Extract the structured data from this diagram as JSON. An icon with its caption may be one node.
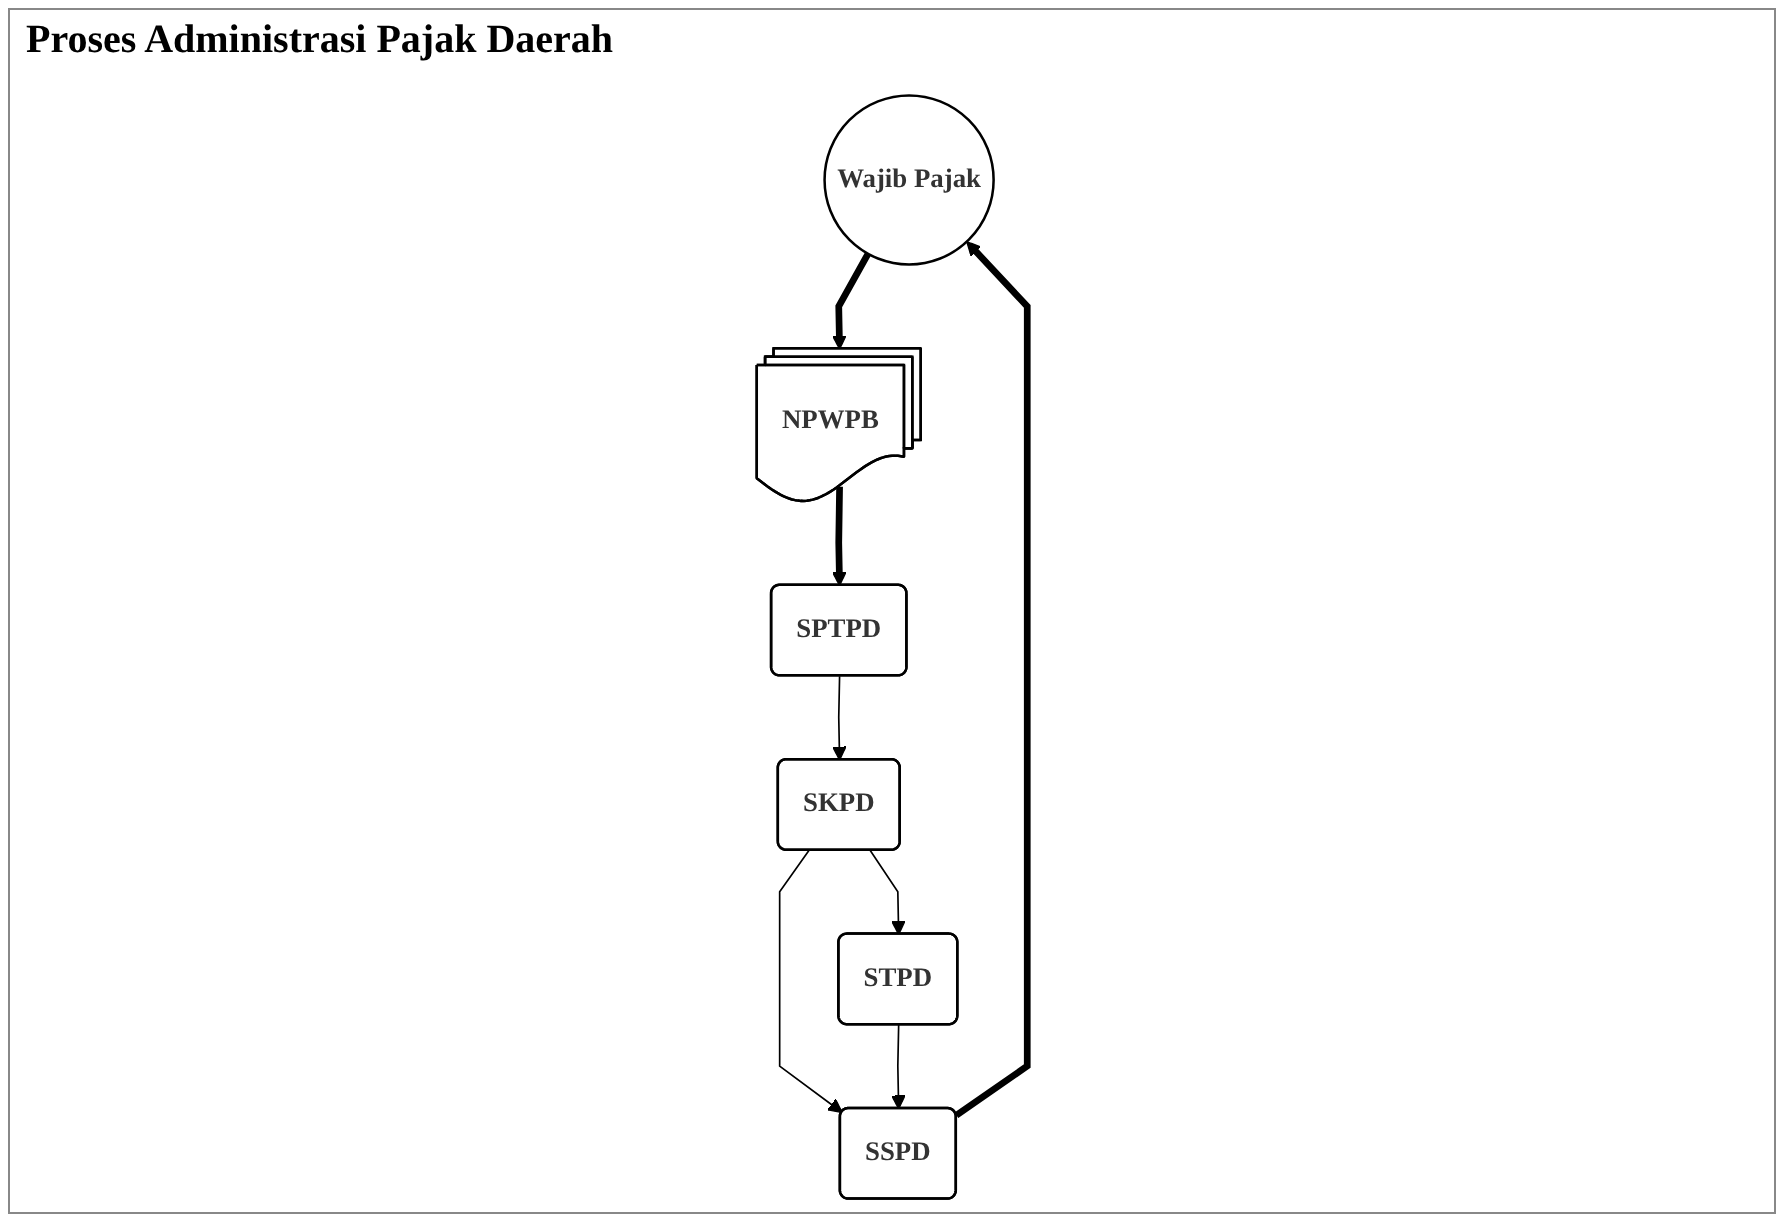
{
  "diagram": {
    "title": "Proses Administrasi Pajak Daerah",
    "nodes": [
      {
        "text": [
          "Wajib Pajak"
        ]
      },
      {
        "text": [
          "NPWPB"
        ]
      },
      {
        "text": [
          "SPTPD"
        ]
      },
      {
        "text": [
          "SKPD"
        ]
      },
      {
        "text": [
          "SSPD"
        ]
      },
      {
        "text": [
          "STPD"
        ]
      }
    ],
    "edges": [
      {
        "from": 0,
        "to": 1,
        "arrow": "to",
        "style": "thick"
      },
      {
        "from": 1,
        "to": 2,
        "arrow": "to",
        "style": "thick"
      },
      {
        "from": 2,
        "to": 3,
        "arrow": "to"
      },
      {
        "from": 3,
        "to": 4,
        "arrow": "to"
      },
      {
        "from": 3,
        "to": 5,
        "arrow": "to"
      },
      {
        "from": 5,
        "to": 4,
        "arrow": "to"
      },
      {
        "from": 4,
        "to": 0,
        "arrow": "to",
        "style": "thick"
      }
    ]
  }
}
